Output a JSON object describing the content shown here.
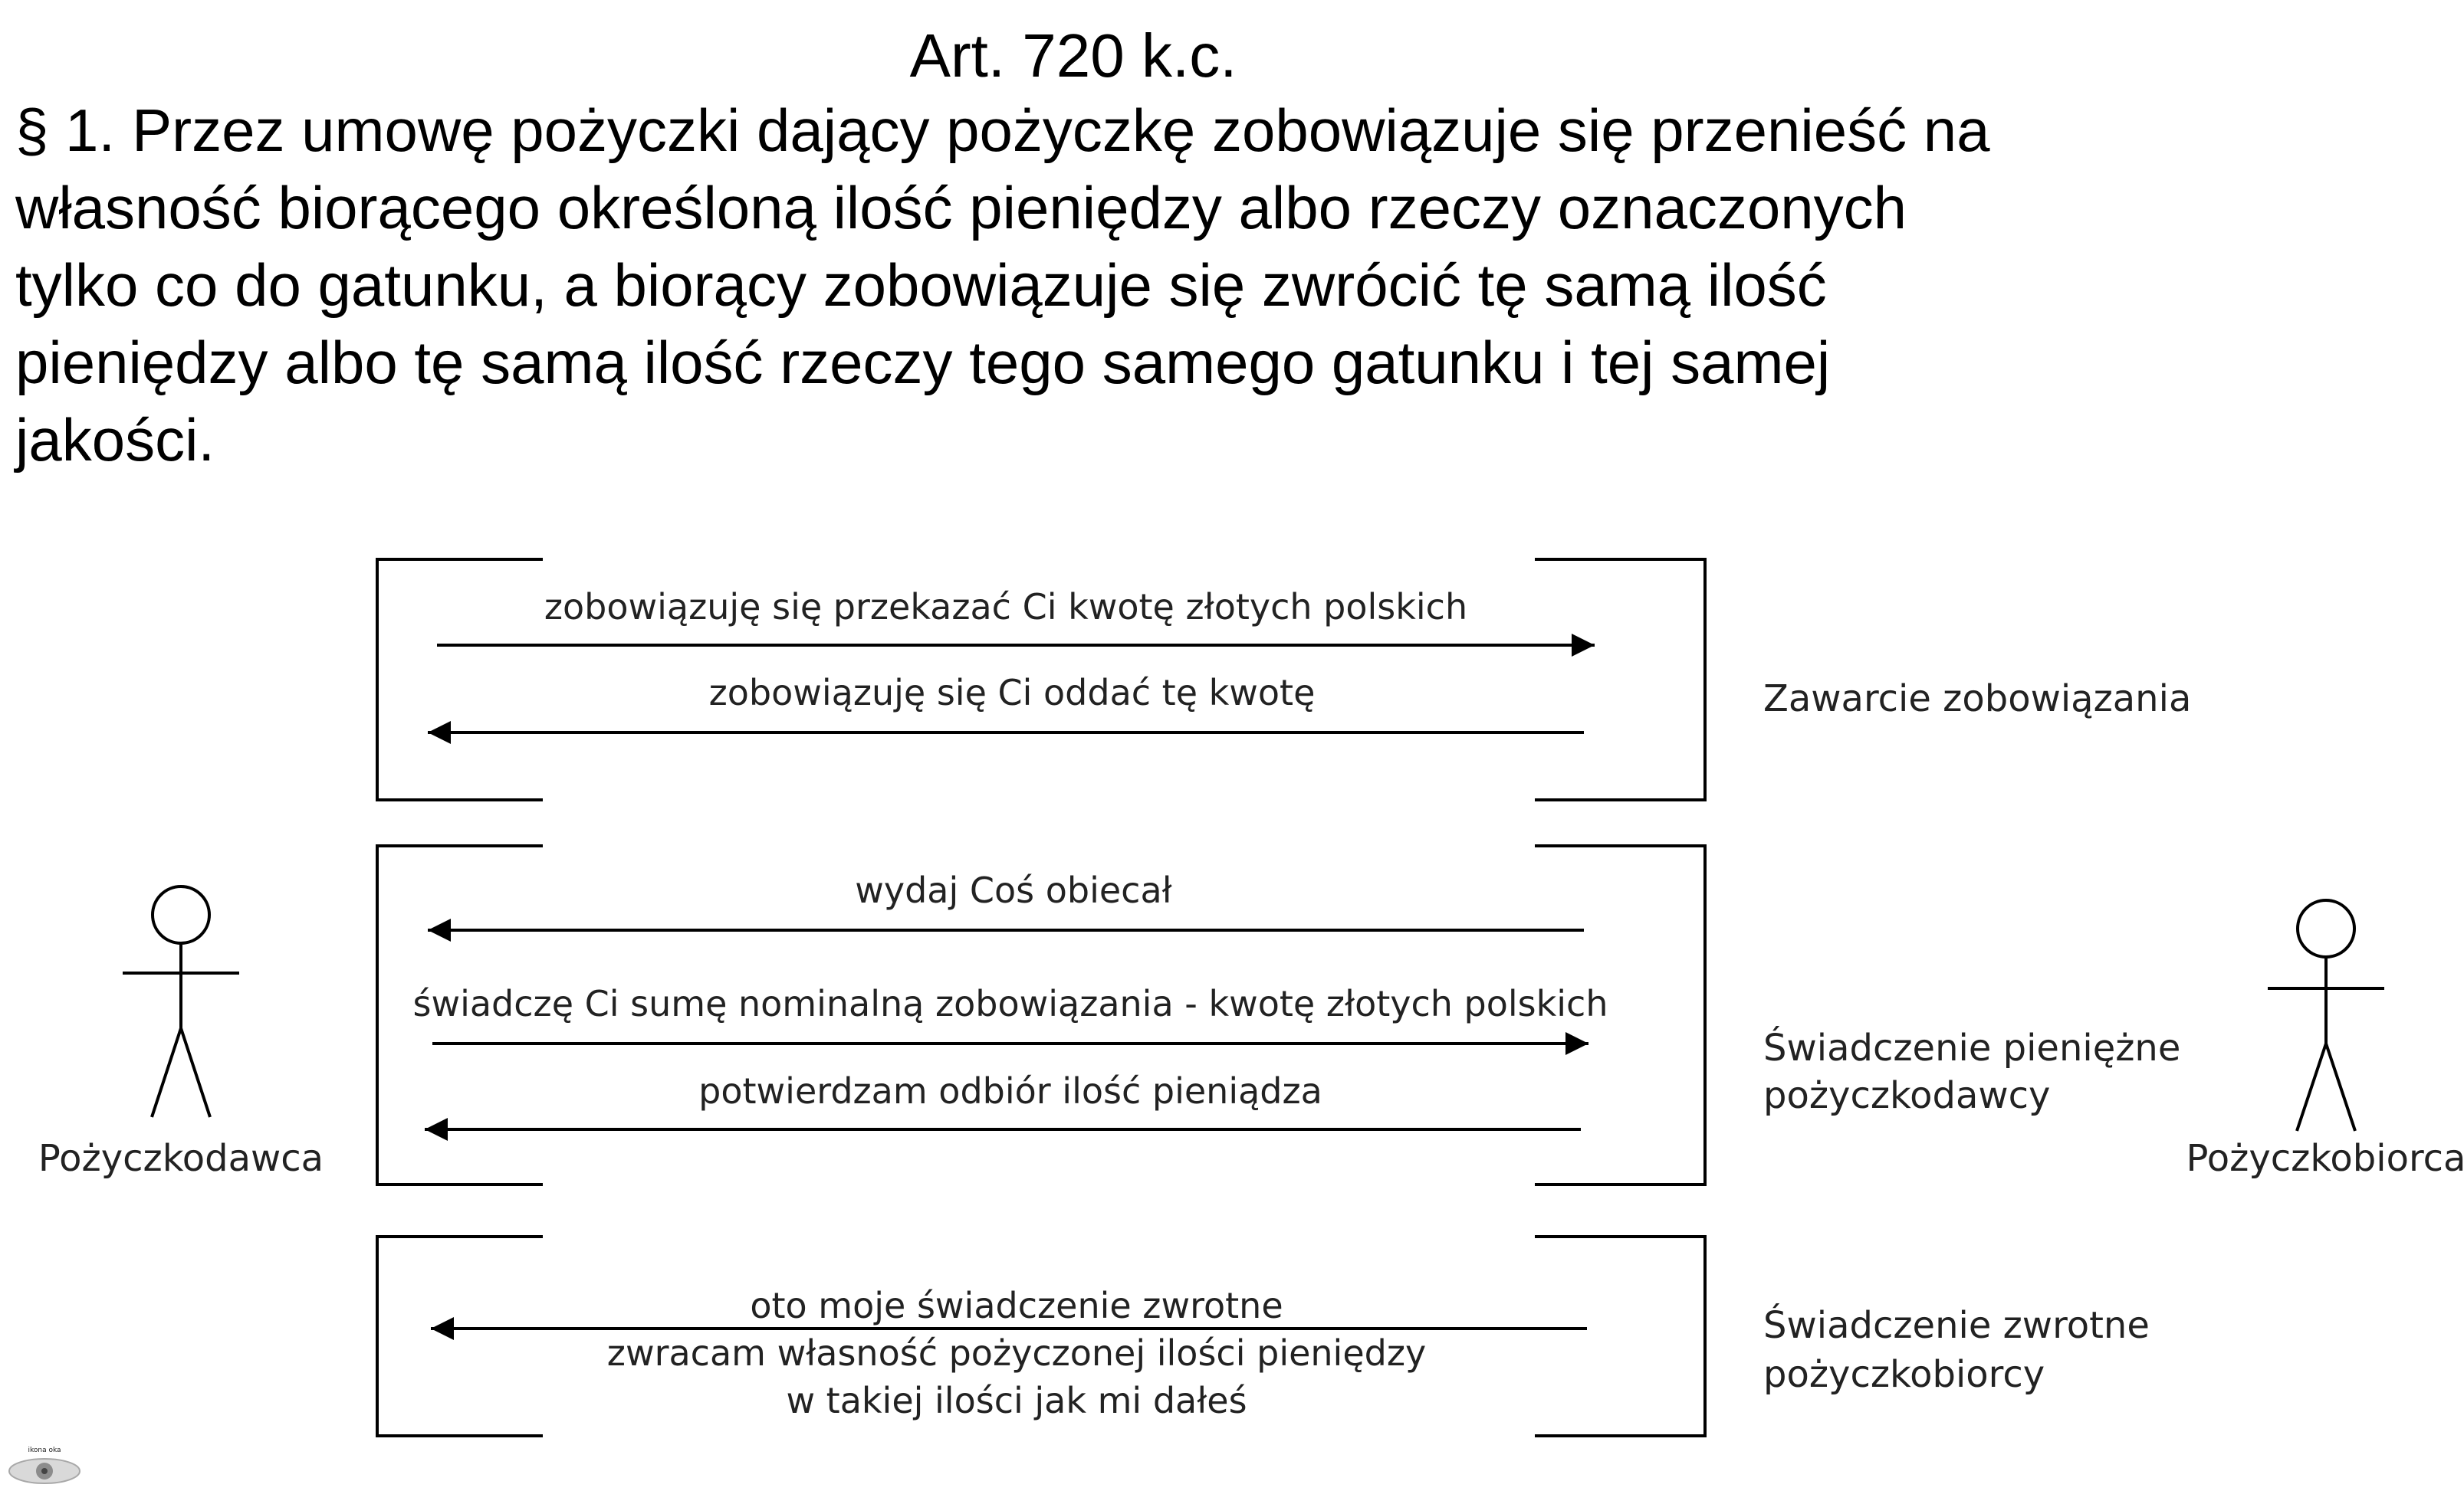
{
  "article": {
    "title": "Art. 720 k.c.",
    "paragraph_mark": "§ 1.",
    "text_lines": [
      "Przez umowę pożyczki dający pożyczkę zobowiązuje się przenieść na",
      "własność biorącego określoną ilość pieniędzy albo rzeczy oznaczonych",
      "tylko co do gatunku, a biorący zobowiązuje się zwrócić tę samą ilość",
      "pieniędzy albo tę samą ilość rzeczy tego samego gatunku i tej samej",
      "jakości."
    ]
  },
  "actors": {
    "lender": "Pożyczkodawca",
    "borrower": "Pożyczkobiorca"
  },
  "phases": [
    {
      "label_lines": [
        "Zawarcie zobowiązania"
      ],
      "messages": [
        {
          "label_lines": [
            "zobowiązuję się przekazać Ci kwotę złotych polskich"
          ],
          "direction": "right"
        },
        {
          "label_lines": [
            "zobowiązuję się Ci oddać tę kwotę"
          ],
          "direction": "left"
        }
      ]
    },
    {
      "label_lines": [
        "Świadczenie pieniężne",
        "pożyczkodawcy"
      ],
      "messages": [
        {
          "label_lines": [
            "wydaj Coś obiecał"
          ],
          "direction": "left"
        },
        {
          "label_lines": [
            "świadczę Ci sumę nominalną zobowiązania - kwotę złotych polskich"
          ],
          "direction": "right"
        },
        {
          "label_lines": [
            "potwierdzam odbiór ilość pieniądza"
          ],
          "direction": "left"
        }
      ]
    },
    {
      "label_lines": [
        "Świadczenie zwrotne",
        "pożyczkobiorcy"
      ],
      "messages": [
        {
          "label_lines": [
            "oto moje świadczenie zwrotne",
            "zwracam własność pożyczonej ilości pieniędzy",
            "w takiej ilości jak mi dałeś"
          ],
          "direction": "left"
        }
      ]
    }
  ],
  "watermark": {
    "text": "ikona oka",
    "icon": "eye-icon"
  },
  "colors": {
    "text": "#000000",
    "lines": "#000000",
    "diagram_text": "#222222"
  }
}
